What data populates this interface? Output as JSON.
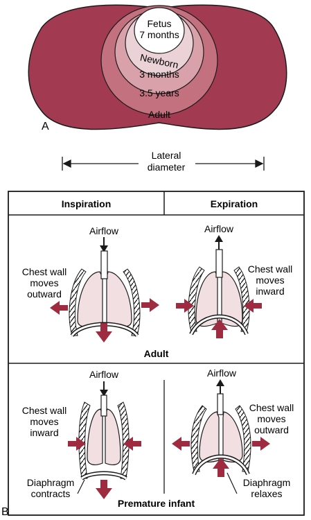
{
  "colors": {
    "outer_ring": "#a23a52",
    "ring_3_5y": "#c3707f",
    "ring_3m": "#d9a1aa",
    "ring_newborn": "#ead2d6",
    "fetus_center": "#ffffff",
    "arrow_fill": "#9e2b3f",
    "lung_fill": "#f2dfe2",
    "outline": "#1a1a1a"
  },
  "panel_a": {
    "label": "A",
    "rings": {
      "fetus": "Fetus",
      "fetus_age": "7 months",
      "newborn": "Newborn",
      "three_months": "3 months",
      "three_half_years": "3.5 years",
      "adult": "Adult"
    },
    "lateral_label_line1": "Lateral",
    "lateral_label_line2": "diameter"
  },
  "panel_b": {
    "label": "B",
    "col_inspiration": "Inspiration",
    "col_expiration": "Expiration",
    "row_adult": "Adult",
    "row_premature": "Premature infant",
    "adult_insp": {
      "airflow": "Airflow",
      "chest1": "Chest wall",
      "chest2": "moves",
      "chest3": "outward"
    },
    "adult_exp": {
      "airflow": "Airflow",
      "chest1": "Chest wall",
      "chest2": "moves",
      "chest3": "inward"
    },
    "infant_insp": {
      "airflow": "Airflow",
      "chest1": "Chest wall",
      "chest2": "moves",
      "chest3": "inward",
      "diaph1": "Diaphragm",
      "diaph2": "contracts"
    },
    "infant_exp": {
      "airflow": "Airflow",
      "chest1": "Chest wall",
      "chest2": "moves",
      "chest3": "outward",
      "diaph1": "Diaphragm",
      "diaph2": "relaxes"
    }
  }
}
